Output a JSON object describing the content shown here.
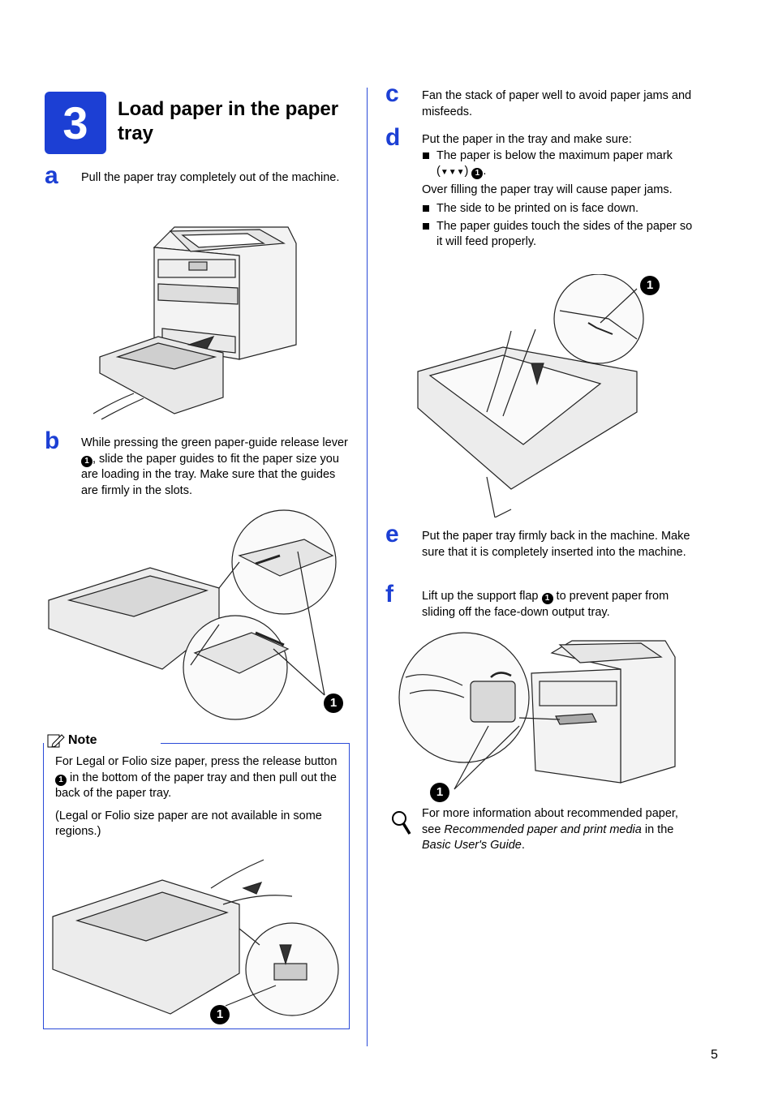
{
  "step": {
    "number": "3",
    "title": "Load paper in the paper tray"
  },
  "steps": {
    "a": {
      "letter": "a",
      "text": "Pull the paper tray completely out of the machine."
    },
    "b": {
      "letter": "b",
      "text_before": "While pressing the green paper-guide release lever ",
      "callout": "1",
      "text_after": ", slide the paper guides to fit the paper size you are loading in the tray. Make sure that the guides are firmly in the slots."
    },
    "c": {
      "letter": "c",
      "text": "Fan the stack of paper well to avoid paper jams and misfeeds."
    },
    "d": {
      "letter": "d",
      "intro": "Put the paper in the tray and make sure:",
      "bullet1_before": "The paper is below the maximum paper mark (",
      "bullet1_mark": "▼▼▼",
      "bullet1_close": ") ",
      "bullet1_callout": "1",
      "bullet1_end": ".",
      "bullet1_sub": "Over filling the paper tray will cause paper jams.",
      "bullet2": "The side to be printed on is face down.",
      "bullet3": "The paper guides touch the sides of the paper so it will feed properly."
    },
    "e": {
      "letter": "e",
      "text": "Put the paper tray firmly back in the machine. Make sure that it is completely inserted into the machine."
    },
    "f": {
      "letter": "f",
      "text_before": "Lift up the support flap ",
      "callout": "1",
      "text_after": " to prevent paper from sliding off the face-down output tray."
    }
  },
  "note": {
    "heading": "Note",
    "para1_before": "For Legal or Folio size paper, press the release button ",
    "para1_callout": "1",
    "para1_after": " in the bottom of the paper tray and then pull out the back of the paper tray.",
    "para2": "(Legal or Folio size paper are not available in some regions.)"
  },
  "tip": {
    "before": "For more information about recommended paper, see ",
    "link1": "Recommended paper and print media",
    "middle": " in the ",
    "link2": "Basic User's Guide",
    "after": "."
  },
  "figure_callouts": {
    "b": "1",
    "d": "1",
    "f": "1",
    "note": "1"
  },
  "page_number": "5",
  "colors": {
    "accent": "#1c3fd4"
  }
}
